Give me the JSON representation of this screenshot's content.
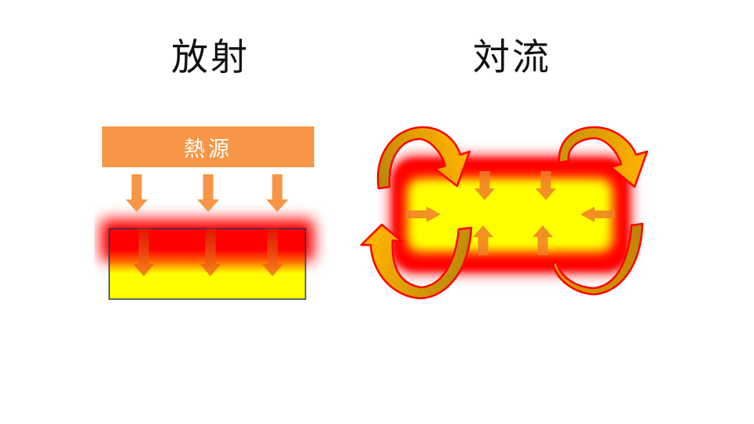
{
  "titles": {
    "left": "放射",
    "right": "対流"
  },
  "radiation": {
    "heat_source_label": "熱源",
    "outer_arrow_count": 3,
    "inner_arrow_count": 3
  },
  "convection": {
    "inner_arrow_directions": [
      "right",
      "left",
      "down",
      "down",
      "up",
      "up"
    ],
    "circulation_arrow_positions": [
      "top-left",
      "top-right",
      "bottom-left",
      "bottom-right"
    ]
  },
  "theme": {
    "bg": "#FFFFFF",
    "title-color": "#111111",
    "hs-orange": "#F79646",
    "box-border-navy": "#1F3864",
    "hot-red": "#FF0000",
    "hot-orange": "#FF5A00",
    "hot-yellow": "#FFFF00",
    "inner-arrow-orange": "#F07E28",
    "curve-gold-dark": "#B8860B",
    "curve-gold-light": "#FFB100",
    "curve-stroke-red": "#FF0000"
  }
}
